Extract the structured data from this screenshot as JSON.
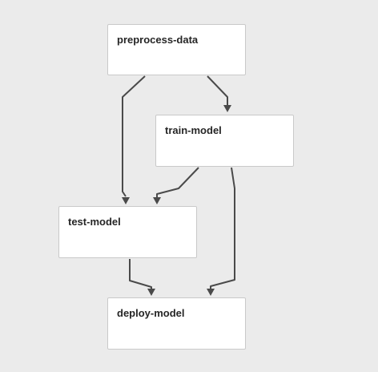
{
  "pipeline": {
    "nodes": {
      "preprocess": {
        "label": "preprocess-data"
      },
      "train": {
        "label": "train-model"
      },
      "test": {
        "label": "test-model"
      },
      "deploy": {
        "label": "deploy-model"
      }
    },
    "edges": [
      {
        "from": "preprocess-data",
        "to": "test-model"
      },
      {
        "from": "preprocess-data",
        "to": "train-model"
      },
      {
        "from": "train-model",
        "to": "test-model"
      },
      {
        "from": "train-model",
        "to": "deploy-model"
      },
      {
        "from": "test-model",
        "to": "deploy-model"
      }
    ]
  },
  "colors": {
    "background": "#ebebeb",
    "node_fill": "#ffffff",
    "node_border": "#c9c9c9",
    "edge": "#4a4a4a",
    "text": "#262626"
  }
}
